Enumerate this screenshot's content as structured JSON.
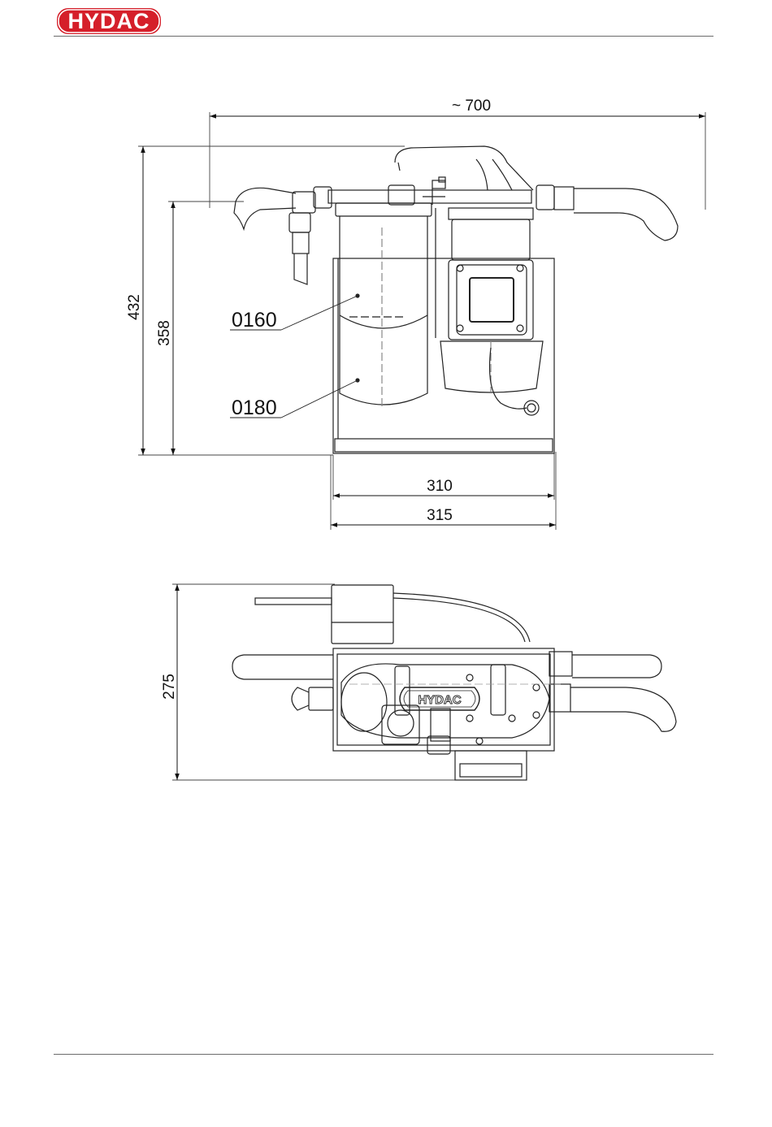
{
  "header": {
    "logo_text": "HYDAC",
    "logo_color": "#d51f2a"
  },
  "front_view": {
    "dimensions": {
      "overall_width": "~ 700",
      "overall_height": "432",
      "height_to_ports": "358",
      "frame_width": "310",
      "base_width": "315"
    },
    "callouts": [
      "0160",
      "0180"
    ]
  },
  "top_view": {
    "dimensions": {
      "depth": "275"
    },
    "motor_label": "HYDAC"
  }
}
